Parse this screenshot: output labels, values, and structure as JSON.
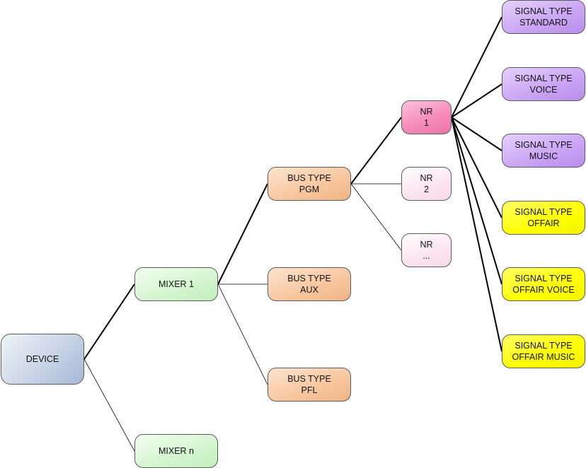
{
  "diagram": {
    "nodes": {
      "device": "DEVICE",
      "mixer_1": "MIXER 1",
      "mixer_n": "MIXER n",
      "bus_pgm": "BUS TYPE\nPGM",
      "bus_aux": "BUS TYPE\nAUX",
      "bus_pfl": "BUS TYPE\nPFL",
      "nr_1": "NR\n1",
      "nr_2": "NR\n2",
      "nr_n": "NR\n...",
      "sig_standard": "SIGNAL TYPE\nSTANDARD",
      "sig_voice": "SIGNAL TYPE\nVOICE",
      "sig_music": "SIGNAL TYPE\nMUSIC",
      "sig_offair": "SIGNAL TYPE\nOFFAIR",
      "sig_offair_voice": "SIGNAL TYPE\nOFFAIR VOICE",
      "sig_offair_music": "SIGNAL TYPE\nOFFAIR MUSIC"
    },
    "edges": [
      {
        "from": "device",
        "to": "mixer_1",
        "emphasis": "bold"
      },
      {
        "from": "device",
        "to": "mixer_n",
        "emphasis": "thin"
      },
      {
        "from": "mixer_1",
        "to": "bus_pgm",
        "emphasis": "bold"
      },
      {
        "from": "mixer_1",
        "to": "bus_aux",
        "emphasis": "thin"
      },
      {
        "from": "mixer_1",
        "to": "bus_pfl",
        "emphasis": "thin"
      },
      {
        "from": "bus_pgm",
        "to": "nr_1",
        "emphasis": "bold"
      },
      {
        "from": "bus_pgm",
        "to": "nr_2",
        "emphasis": "thin"
      },
      {
        "from": "bus_pgm",
        "to": "nr_n",
        "emphasis": "thin"
      },
      {
        "from": "nr_1",
        "to": "sig_standard",
        "emphasis": "bold"
      },
      {
        "from": "nr_1",
        "to": "sig_voice",
        "emphasis": "bold"
      },
      {
        "from": "nr_1",
        "to": "sig_music",
        "emphasis": "bold"
      },
      {
        "from": "nr_1",
        "to": "sig_offair",
        "emphasis": "bold"
      },
      {
        "from": "nr_1",
        "to": "sig_offair_voice",
        "emphasis": "bold"
      },
      {
        "from": "nr_1",
        "to": "sig_offair_music",
        "emphasis": "bold"
      }
    ]
  },
  "colors": {
    "device": "#c9d4e6",
    "mixer": "#d4f5cf",
    "bus": "#f7c69e",
    "nr_active": "#f58dba",
    "nr": "#fbe4ef",
    "signal_purple": "#c9a4f4",
    "signal_yellow": "#ffff00"
  }
}
